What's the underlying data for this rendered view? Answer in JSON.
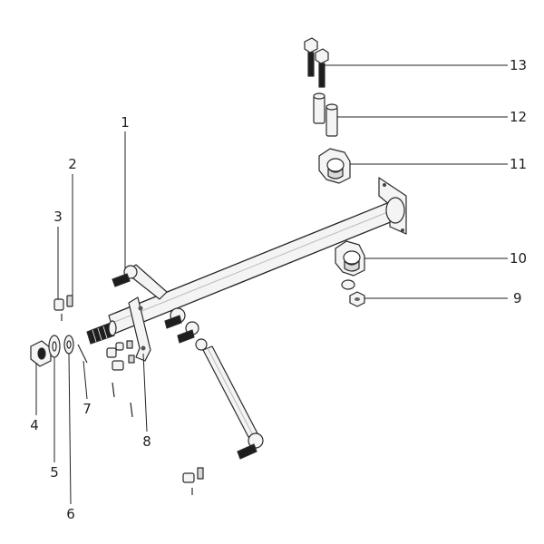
{
  "diagram": {
    "callouts": [
      {
        "label": "1"
      },
      {
        "label": "2"
      },
      {
        "label": "3"
      },
      {
        "label": "4"
      },
      {
        "label": "5"
      },
      {
        "label": "6"
      },
      {
        "label": "7"
      },
      {
        "label": "8"
      },
      {
        "label": "9"
      },
      {
        "label": "10"
      },
      {
        "label": "11"
      },
      {
        "label": "12"
      },
      {
        "label": "13"
      }
    ],
    "colors": {
      "line": "#2a2a2a",
      "part_fill": "#f4f4f4",
      "shadow_fill": "#d9d9d9",
      "thread": "#1e1e1e",
      "background": "#ffffff"
    }
  }
}
